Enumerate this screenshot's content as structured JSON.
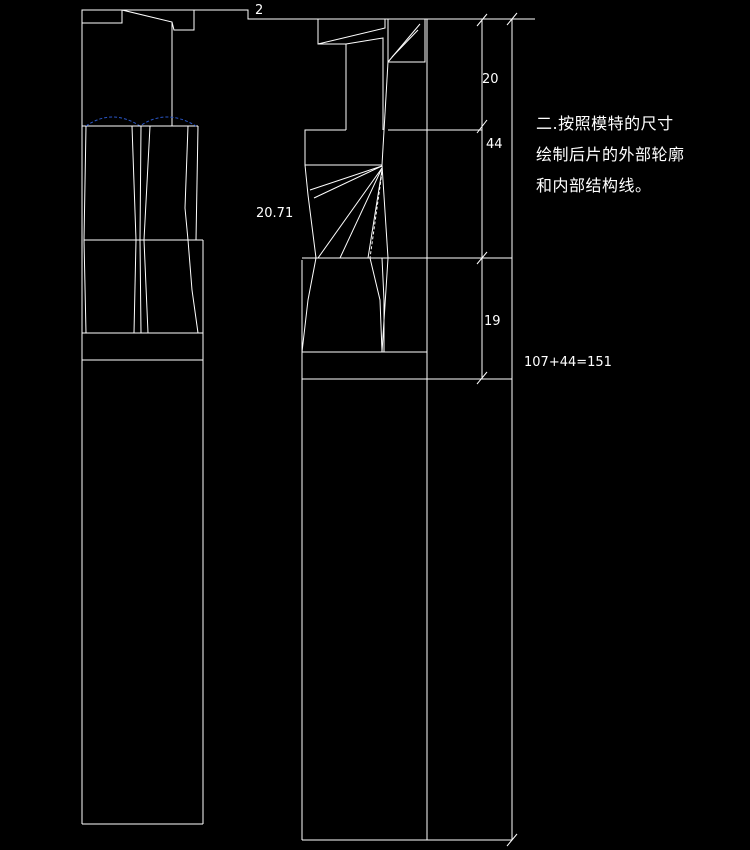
{
  "labels": {
    "top_offset": "2",
    "dim_20": "20",
    "dim_44": "44",
    "dim_19": "19",
    "dim_2071": "20.71",
    "total": "107+44=151"
  },
  "note": {
    "line1": "二.按照模特的尺寸",
    "line2": "绘制后片的外部轮廓",
    "line3": "和内部结构线。"
  },
  "colors": {
    "background": "#000000",
    "line": "#ffffff",
    "dashed_curve": "#2a56c6"
  }
}
